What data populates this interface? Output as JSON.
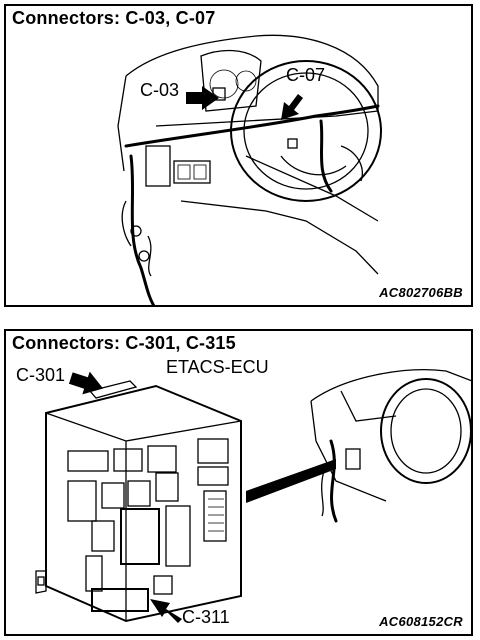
{
  "panels": [
    {
      "title": "Connectors: C-03, C-07",
      "callouts": [
        "C-03",
        "C-07"
      ],
      "figure_id": "AC802706BB"
    },
    {
      "title": "Connectors: C-301, C-315",
      "callouts": [
        "C-301",
        "ETACS-ECU",
        "C-311"
      ],
      "figure_id": "AC608152CR"
    }
  ]
}
